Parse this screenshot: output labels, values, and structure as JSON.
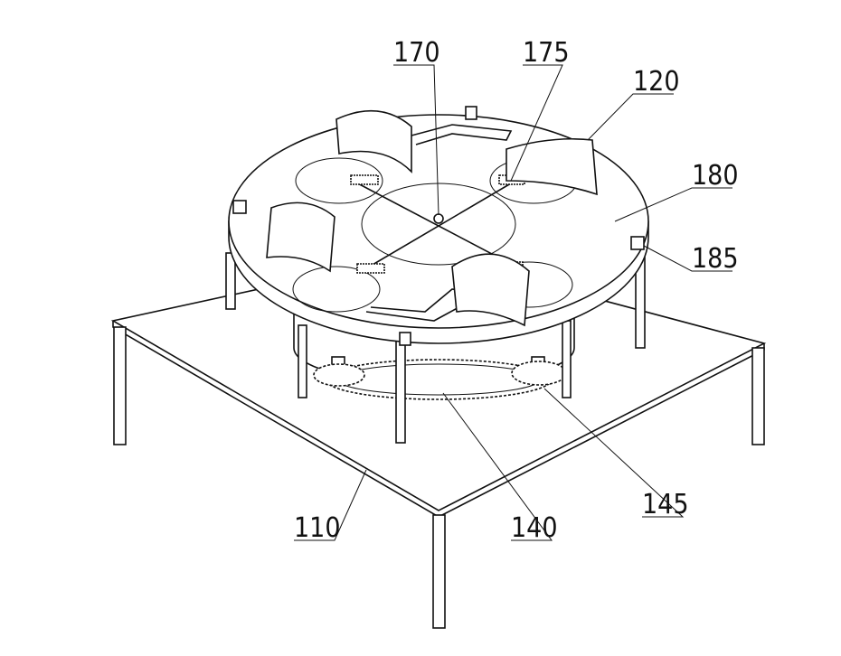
{
  "figure": {
    "labels": {
      "l170": "170",
      "l175": "175",
      "l120": "120",
      "l180": "180",
      "l185": "185",
      "l110": "110",
      "l140": "140",
      "l145": "145"
    }
  }
}
